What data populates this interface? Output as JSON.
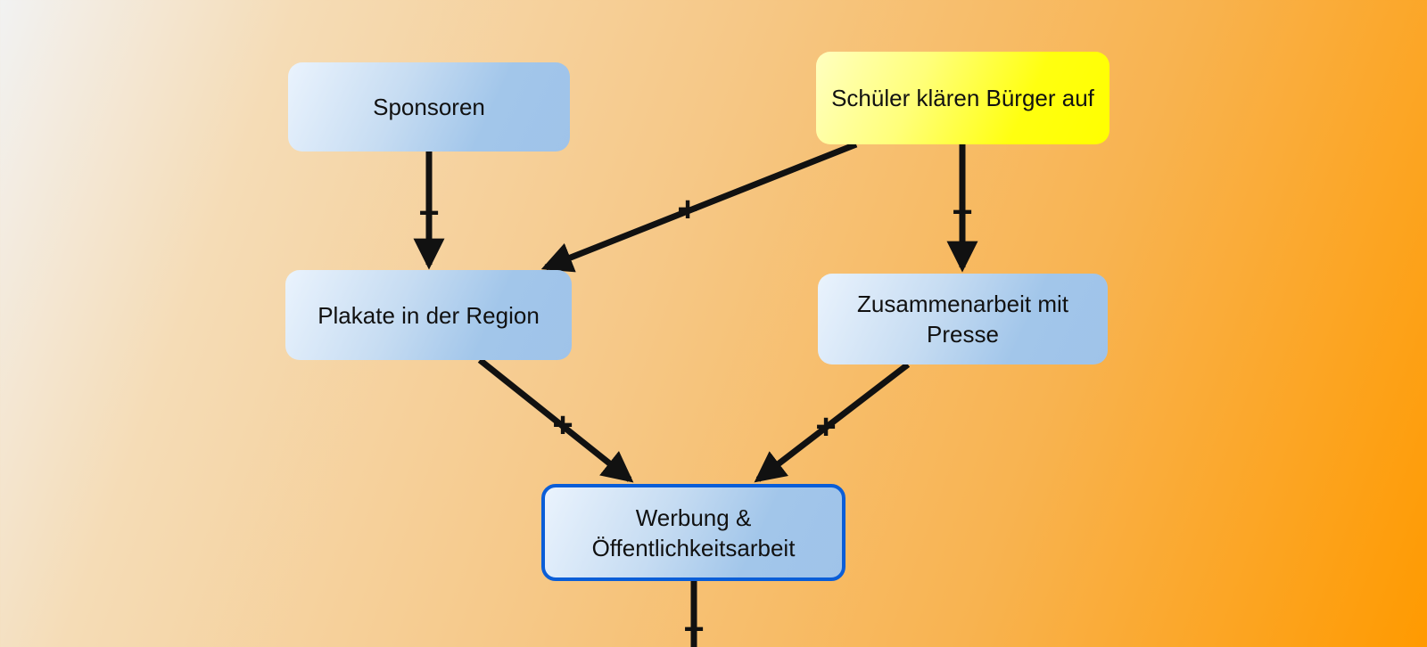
{
  "diagram": {
    "nodes": [
      {
        "id": "sponsoren",
        "label": "Sponsoren",
        "style": "blue",
        "selected": false
      },
      {
        "id": "schueler",
        "label": "Schüler klären Bürger auf",
        "style": "yellow",
        "selected": false
      },
      {
        "id": "plakate",
        "label": "Plakate in der Region",
        "style": "blue",
        "selected": false
      },
      {
        "id": "presse",
        "label": "Zusammenarbeit mit Presse",
        "style": "blue",
        "selected": false
      },
      {
        "id": "werbung",
        "label": "Werbung & Öffentlichkeitsarbeit",
        "style": "blue",
        "selected": true
      }
    ],
    "edges": [
      {
        "from": "sponsoren",
        "to": "plakate",
        "label": "+"
      },
      {
        "from": "schueler",
        "to": "plakate",
        "label": "+"
      },
      {
        "from": "schueler",
        "to": "presse",
        "label": "+"
      },
      {
        "from": "plakate",
        "to": "werbung",
        "label": "+"
      },
      {
        "from": "presse",
        "to": "werbung",
        "label": "+"
      },
      {
        "from": "werbung",
        "to": "offscreen",
        "label": "+"
      }
    ],
    "colors": {
      "edge": "#111111",
      "selected_border": "#0b5ed7",
      "node_blue": "#9fc3e9",
      "node_yellow": "#ffff00"
    }
  }
}
